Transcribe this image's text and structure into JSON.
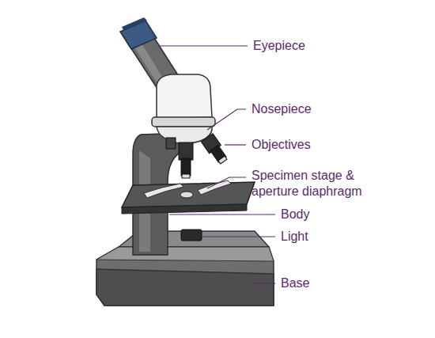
{
  "diagram": {
    "labels": [
      "Eyepiece",
      "Nosepiece",
      "Objectives",
      "Specimen stage & aperture diaphragm",
      "Body",
      "Light",
      "Base"
    ]
  }
}
